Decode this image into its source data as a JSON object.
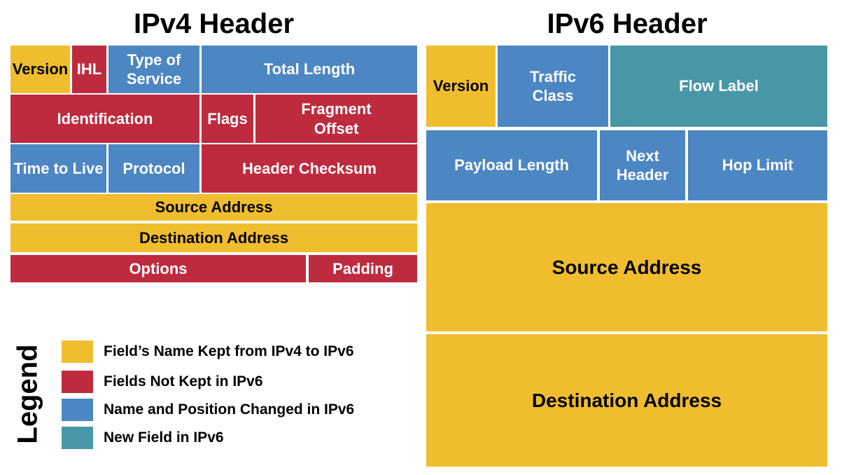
{
  "colors": {
    "field_name_kept": "#F0BD2E",
    "fields_not_kept": "#BE2B3E",
    "name_position_changed": "#4C86C3",
    "new_field": "#4897A6"
  },
  "ipv4": {
    "title": "IPv4 Header",
    "cells": {
      "version": "Version",
      "ihl": "IHL",
      "type_of_service": "Type of\nService",
      "total_length": "Total Length",
      "identification": "Identification",
      "flags": "Flags",
      "fragment_offset": "Fragment\nOffset",
      "time_to_live": "Time to Live",
      "protocol": "Protocol",
      "header_checksum": "Header Checksum",
      "source_address": "Source Address",
      "destination_address": "Destination Address",
      "options": "Options",
      "padding": "Padding"
    }
  },
  "ipv6": {
    "title": "IPv6 Header",
    "cells": {
      "version": "Version",
      "traffic_class": "Traffic\nClass",
      "flow_label": "Flow Label",
      "payload_length": "Payload Length",
      "next_header": "Next\nHeader",
      "hop_limit": "Hop Limit",
      "source_address": "Source Address",
      "destination_address": "Destination Address"
    }
  },
  "legend": {
    "label": "Legend",
    "items": [
      {
        "color": "#F0BD2E",
        "label": "Field’s Name Kept from IPv4 to IPv6"
      },
      {
        "color": "#BE2B3E",
        "label": "Fields Not Kept in IPv6"
      },
      {
        "color": "#4C86C3",
        "label": "Name and Position Changed in IPv6"
      },
      {
        "color": "#4897A6",
        "label": "New Field in IPv6"
      }
    ]
  }
}
